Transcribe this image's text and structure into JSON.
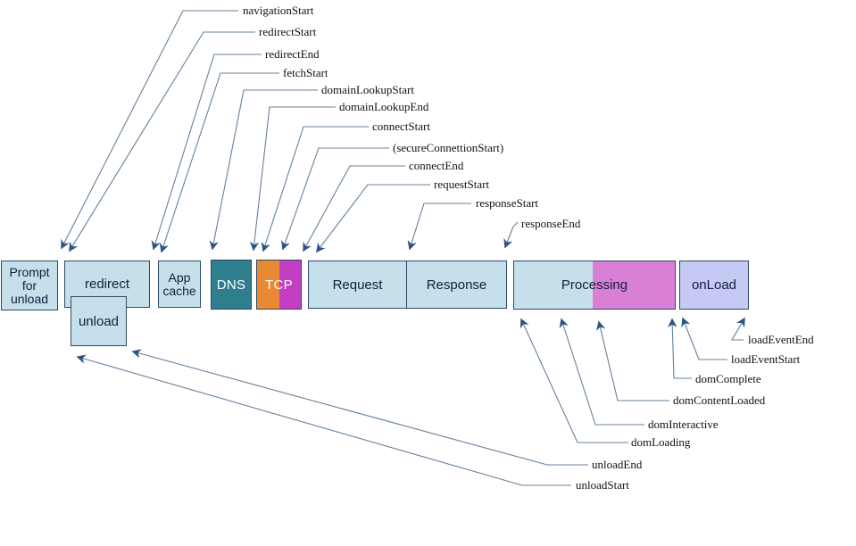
{
  "diagram": {
    "boxes": {
      "prompt_for_unload": "Prompt for unload",
      "redirect": "redirect",
      "unload": "unload",
      "app_cache": "App cache",
      "dns": "DNS",
      "tcp": "TCP",
      "request": "Request",
      "response": "Response",
      "processing": "Processing",
      "onload": "onLoad"
    },
    "timing_labels": {
      "navigation_start": "navigationStart",
      "redirect_start": "redirectStart",
      "redirect_end": "redirectEnd",
      "fetch_start": "fetchStart",
      "domain_lookup_start": "domainLookupStart",
      "domain_lookup_end": "domainLookupEnd",
      "connect_start": "connectStart",
      "secure_connection_start": "(secureConnettionStart)",
      "connect_end": "connectEnd",
      "request_start": "requestStart",
      "response_start": "responseStart",
      "response_end": "responseEnd",
      "load_event_end": "loadEventEnd",
      "load_event_start": "loadEventStart",
      "dom_complete": "domComplete",
      "dom_content_loaded": "domContentLoaded",
      "dom_interactive": "domInteractive",
      "dom_loading": "domLoading",
      "unload_end": "unloadEnd",
      "unload_start": "unloadStart"
    },
    "colors": {
      "phase_blue": "#c5e0ea",
      "dns_teal": "#2f7e8e",
      "tcp_orange": "#e78a33",
      "tcp_magenta": "#c33ec3",
      "processing_orchid": "#d97fd5",
      "onload_lavender": "#c6c9f3",
      "box_border": "#2d4a66",
      "connector_line": "#64809b",
      "arrowhead": "#2d5583"
    }
  }
}
